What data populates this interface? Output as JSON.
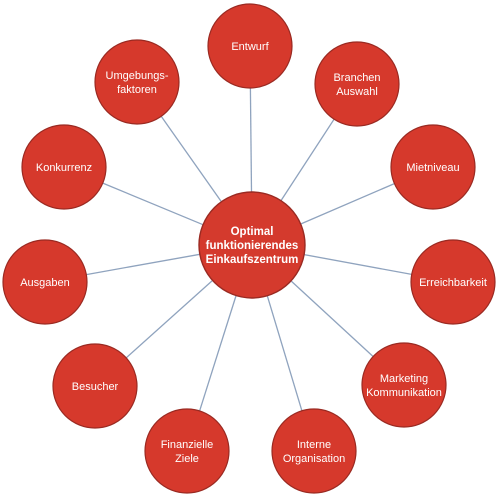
{
  "hub": {
    "lines": [
      "Optimal",
      "funktionierendes",
      "Einkaufszentrum"
    ]
  },
  "nodes": [
    {
      "id": "entwurf",
      "lines": [
        "Entwurf"
      ]
    },
    {
      "id": "branchen-auswahl",
      "lines": [
        "Branchen",
        "Auswahl"
      ]
    },
    {
      "id": "mietniveau",
      "lines": [
        "Mietniveau"
      ]
    },
    {
      "id": "erreichbarkeit",
      "lines": [
        "Erreichbarkeit"
      ]
    },
    {
      "id": "marketing-kommunikation",
      "lines": [
        "Marketing",
        "Kommunikation"
      ]
    },
    {
      "id": "interne-organisation",
      "lines": [
        "Interne",
        "Organisation"
      ]
    },
    {
      "id": "finanzielle-ziele",
      "lines": [
        "Finanzielle",
        "Ziele"
      ]
    },
    {
      "id": "besucher",
      "lines": [
        "Besucher"
      ]
    },
    {
      "id": "ausgaben",
      "lines": [
        "Ausgaben"
      ]
    },
    {
      "id": "konkurrenz",
      "lines": [
        "Konkurrenz"
      ]
    },
    {
      "id": "umgebungsfaktoren",
      "lines": [
        "Umgebungs-",
        "faktoren"
      ]
    }
  ],
  "colors": {
    "node_fill": "#d6392c",
    "spoke": "#8fa3be"
  }
}
